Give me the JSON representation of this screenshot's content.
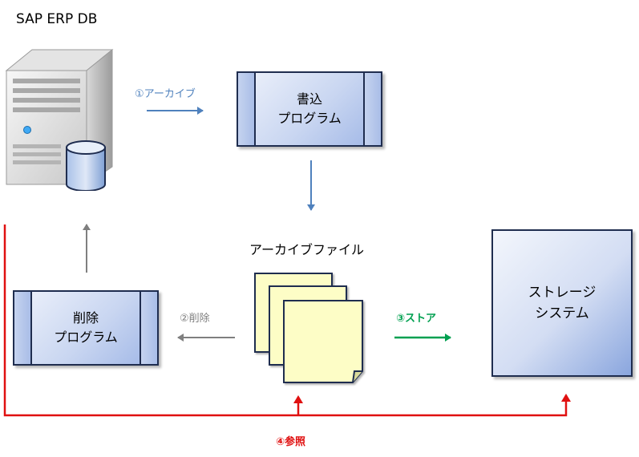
{
  "db_label": "SAP ERP DB",
  "write_program": {
    "line1": "書込",
    "line2": "プログラム"
  },
  "delete_program": {
    "line1": "削除",
    "line2": "プログラム"
  },
  "archive_file_label": "アーカイブファイル",
  "storage_system": {
    "line1": "ストレージ",
    "line2": "システム"
  },
  "steps": {
    "archive": "①アーカイブ",
    "delete": "②削除",
    "store": "③ストア",
    "reference": "④参照"
  },
  "colors": {
    "archive_arrow": "#4f81bd",
    "delete_arrow": "#7f7f7f",
    "store_arrow": "#00a050",
    "reference_line": "#e01010",
    "box_border": "#1f2d4f"
  }
}
